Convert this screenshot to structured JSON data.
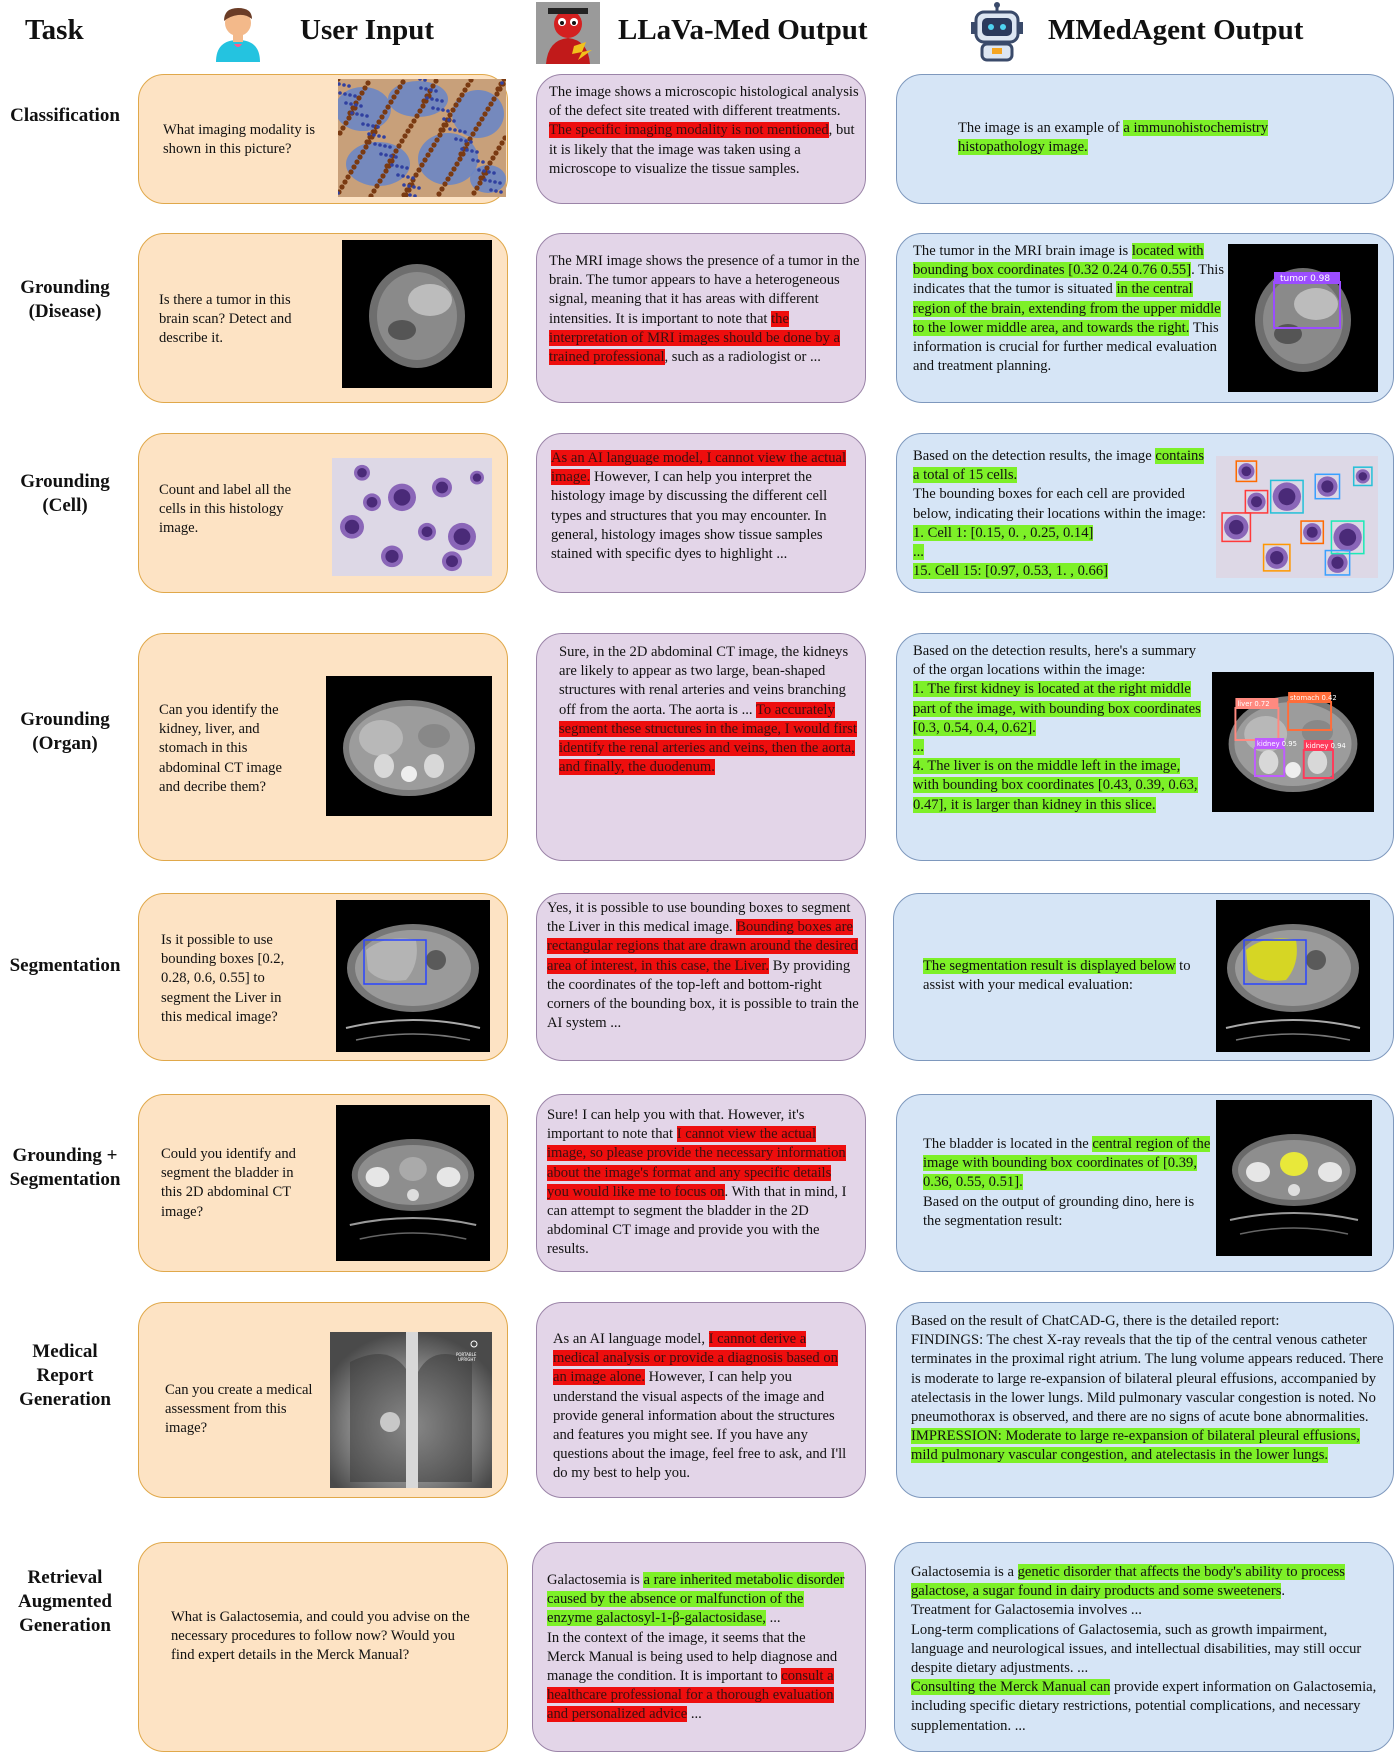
{
  "headers": {
    "task": "Task",
    "user": "User Input",
    "llava": "LLaVa-Med Output",
    "mmed": "MMedAgent Output"
  },
  "rows": [
    {
      "task": [
        "Classification"
      ],
      "input": "What imaging modality is shown in this picture?",
      "llava": [
        [
          "n",
          "The image shows a microscopic histological analysis of the defect site treated with different treatments. "
        ],
        [
          "r",
          "The specific imaging modality is not mentioned"
        ],
        [
          "n",
          ", but it is likely that the image was taken using a microscope to visualize the tissue samples."
        ]
      ],
      "mmed": [
        [
          "n",
          "The image is an example of "
        ],
        [
          "g",
          "a immunohistochemistry histopathology image."
        ]
      ]
    },
    {
      "task": [
        "Grounding",
        "(Disease)"
      ],
      "input": "Is there a tumor in this brain scan? Detect and describe it.",
      "llava": [
        [
          "n",
          "The MRI image shows the presence of a tumor in the brain. The tumor appears to have a heterogeneous signal, meaning that it has areas with different intensities. It is important to note that "
        ],
        [
          "r",
          "the interpretation of MRI images should be done by a trained professional"
        ],
        [
          "n",
          ", such as a radiologist or ..."
        ]
      ],
      "mmed": [
        [
          "n",
          "The tumor in the MRI brain image is "
        ],
        [
          "g",
          "located with bounding box coordinates [0.32 0.24 0.76 0.55]"
        ],
        [
          "n",
          ". This indicates that the tumor is situated "
        ],
        [
          "g",
          "in the central region of the brain, extending from the upper middle to the lower middle area, and towards the right."
        ],
        [
          "n",
          " This information is crucial for further medical evaluation and treatment planning."
        ]
      ],
      "labels": [
        "tumor 0.98"
      ]
    },
    {
      "task": [
        "Grounding",
        "(Cell)"
      ],
      "input": "Count and label all the cells in this histology image.",
      "llava": [
        [
          "r",
          "As an AI language model, I cannot view the actual image."
        ],
        [
          "n",
          " However, I can help you interpret the histology image by discussing the different cell types and structures that you may encounter. In general, histology images show tissue samples stained with specific dyes to highlight ..."
        ]
      ],
      "mmed": [
        [
          "n",
          "Based on the detection results, the image "
        ],
        [
          "g",
          "contains a total of 15 cells."
        ],
        [
          "n",
          "\nThe bounding boxes for each cell are provided below, indicating their locations within the image:\n"
        ],
        [
          "g",
          "1. Cell 1: [0.15, 0.  , 0.25, 0.14]"
        ],
        [
          "n",
          "\n"
        ],
        [
          "g",
          "..."
        ],
        [
          "n",
          "\n"
        ],
        [
          "g",
          "15. Cell 15: [0.97, 0.53, 1.  , 0.66]"
        ]
      ]
    },
    {
      "task": [
        "Grounding",
        "(Organ)"
      ],
      "input": "Can you identify the kidney, liver, and stomach in this abdominal CT image and decribe them?",
      "llava": [
        [
          "n",
          "Sure, in the 2D abdominal CT image, the kidneys are likely to appear as two large, bean-shaped structures with renal arteries and veins branching off from the aorta. The aorta is ... "
        ],
        [
          "r",
          "To accurately segment these structures in the image, I would first identify the renal arteries and veins, then the aorta, and finally, the duodenum."
        ]
      ],
      "mmed": [
        [
          "n",
          "Based on the detection results, here's a summary of the organ locations within the image:\n"
        ],
        [
          "g",
          "1. The first kidney is located at the right middle part of the image, with bounding box coordinates [0.3, 0.54, 0.4, 0.62]."
        ],
        [
          "n",
          "\n"
        ],
        [
          "g",
          "..."
        ],
        [
          "n",
          "\n"
        ],
        [
          "g",
          "4. The liver is on the middle left in the image, with bounding box coordinates [0.43, 0.39, 0.63, 0.47], it is larger than kidney in this slice."
        ]
      ],
      "labels": [
        "liver 0.72",
        "stomach 0.42",
        "kidney 0.95",
        "kidney 0.94"
      ]
    },
    {
      "task": [
        "Segmentation"
      ],
      "input": "Is it possible to use bounding boxes [0.2, 0.28, 0.6, 0.55] to segment the Liver in this medical image?",
      "llava": [
        [
          "n",
          "Yes, it is possible to use bounding boxes to segment the Liver in this medical image. "
        ],
        [
          "r",
          "Bounding boxes are rectangular regions that are drawn around the desired area of interest, in this case, the Liver."
        ],
        [
          "n",
          " By providing the coordinates of the top-left and bottom-right corners of the bounding box, it is possible to train the AI system ..."
        ]
      ],
      "mmed": [
        [
          "g",
          "The segmentation result is displayed below"
        ],
        [
          "n",
          " to assist with your medical evaluation:"
        ]
      ]
    },
    {
      "task": [
        "Grounding +",
        "Segmentation"
      ],
      "input": "Could you identify and segment the bladder in this 2D abdominal CT image?",
      "llava": [
        [
          "n",
          "Sure! I can help you with that. However, it's important to note that "
        ],
        [
          "r",
          "I cannot view the actual image, so please provide the necessary information about the image's format and any specific details you would like me to focus on"
        ],
        [
          "n",
          ". With that in mind, I can attempt to segment the bladder in the 2D abdominal CT image and provide you with the results."
        ]
      ],
      "mmed": [
        [
          "n",
          "The bladder is located in the "
        ],
        [
          "g",
          "central region of the image with bounding box coordinates of [0.39, 0.36, 0.55, 0.51]."
        ],
        [
          "n",
          "\nBased on the output of grounding dino, here is the segmentation result:"
        ]
      ]
    },
    {
      "task": [
        "Medical",
        "Report",
        "Generation"
      ],
      "input": "Can you create a medical assessment from this image?",
      "llava": [
        [
          "n",
          "As an AI language model, "
        ],
        [
          "r",
          "I cannot derive a medical analysis or provide a diagnosis based on an image alone."
        ],
        [
          "n",
          " However, I can help you understand the visual aspects of the image and provide general information about the structures and features you might see. If you have any questions about the image, feel free to ask, and I'll do my best to help you."
        ]
      ],
      "mmed": [
        [
          "n",
          "Based on the result of ChatCAD-G, there is the detailed report:\nFINDINGS: The chest X-ray reveals that the tip of the central venous catheter terminates in the proximal right atrium. The lung volume appears reduced. There is moderate to large re-expansion of bilateral pleural effusions, accompanied by atelectasis in the lower lungs. Mild pulmonary vascular congestion is noted. No pneumothorax is observed, and there are no signs of acute bone abnormalities.\n"
        ],
        [
          "g",
          "IMPRESSION: Moderate to large re-expansion of bilateral pleural effusions, mild pulmonary vascular congestion, and atelectasis in the lower lungs."
        ]
      ],
      "labels": [
        "PORTABLE",
        "UPRIGHT"
      ]
    },
    {
      "task": [
        "Retrieval",
        "Augmented",
        "Generation"
      ],
      "input": "What is Galactosemia, and could you advise on the necessary procedures to follow now? Would you find expert details in the Merck Manual?",
      "llava": [
        [
          "n",
          "Galactosemia is "
        ],
        [
          "g",
          "a rare inherited metabolic disorder caused by the absence or malfunction of the enzyme galactosyl-1-β-galactosidase,"
        ],
        [
          "n",
          " ...\nIn the context of the image, it seems that the Merck Manual is being used to help diagnose and manage the condition. It is important to "
        ],
        [
          "r",
          "consult a healthcare professional for a thorough evaluation and personalized advice"
        ],
        [
          "n",
          " ..."
        ]
      ],
      "mmed": [
        [
          "n",
          "Galactosemia is a "
        ],
        [
          "g",
          "genetic disorder that affects the body's ability to process galactose, a sugar found in dairy products and some sweeteners"
        ],
        [
          "n",
          ".\nTreatment for Galactosemia involves ...\nLong-term complications of Galactosemia, such as growth impairment, language and neurological issues, and intellectual disabilities, may still occur despite dietary adjustments. ...\n"
        ],
        [
          "g",
          "Consulting the Merck Manual can"
        ],
        [
          "n",
          " provide expert information on Galactosemia, including specific dietary restrictions, potential complications, and necessary supplementation. ..."
        ]
      ]
    }
  ]
}
